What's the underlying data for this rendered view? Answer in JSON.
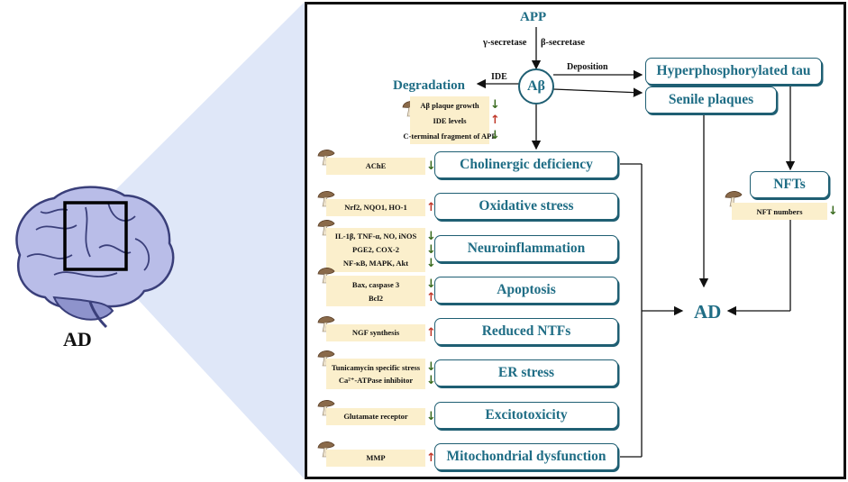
{
  "brain": {
    "label": "AD"
  },
  "top": {
    "app": "APP",
    "gamma": "γ-secretase",
    "beta": "β-secretase",
    "abeta": "Aβ",
    "ide": "IDE",
    "deposition": "Deposition",
    "degradation": "Degradation",
    "degradation_items": [
      {
        "text": "Aβ plaque growth",
        "dir": "↓"
      },
      {
        "text": "IDE levels",
        "dir": "↑"
      },
      {
        "text": "C-terminal fragment of APP",
        "dir": "↓"
      }
    ],
    "hyper_tau": "Hyperphosphorylated tau",
    "senile": "Senile plaques",
    "nfts": "NFTs",
    "nft_item": {
      "text": "NFT numbers",
      "dir": "↓"
    }
  },
  "outcome": "AD",
  "pathways": [
    {
      "name": "Cholinergic deficiency",
      "items": [
        {
          "text": "AChE",
          "dir": "↓"
        }
      ]
    },
    {
      "name": "Oxidative stress",
      "items": [
        {
          "text": "Nrf2, NQO1, HO-1",
          "dir": "↑"
        }
      ]
    },
    {
      "name": "Neuroinflammation",
      "items": [
        {
          "text": "IL-1β, TNF-α, NO, iNOS",
          "dir": "↓"
        },
        {
          "text": "PGE2, COX-2",
          "dir": "↓"
        },
        {
          "text": "NF-κB, MAPK, Akt",
          "dir": "↓"
        }
      ]
    },
    {
      "name": "Apoptosis",
      "items": [
        {
          "text": "Bax, caspase 3",
          "dir": "↓"
        },
        {
          "text": "Bcl2",
          "dir": "↑"
        }
      ]
    },
    {
      "name": "Reduced NTFs",
      "items": [
        {
          "text": "NGF synthesis",
          "dir": "↑"
        }
      ]
    },
    {
      "name": "ER stress",
      "items": [
        {
          "text": "Tunicamycin specific stress",
          "dir": "↓"
        },
        {
          "text": "Ca²⁺-ATPase inhibitor",
          "dir": "↓"
        }
      ]
    },
    {
      "name": "Excitotoxicity",
      "items": [
        {
          "text": "Glutamate receptor",
          "dir": "↓"
        }
      ]
    },
    {
      "name": "Mitochondrial dysfunction",
      "items": [
        {
          "text": "MMP",
          "dir": "↑"
        }
      ]
    }
  ],
  "colors": {
    "teal": "#1f6d85",
    "mol_bg": "#fbefcc",
    "up": "#c0392b",
    "down": "#3a6b1f",
    "zoom": "#dfe7f8"
  }
}
